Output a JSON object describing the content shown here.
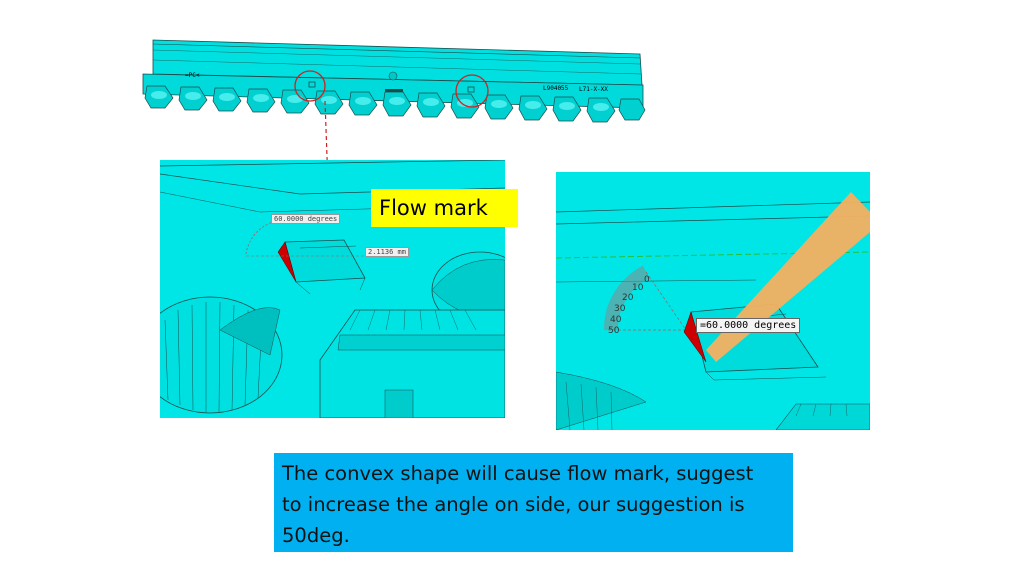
{
  "slide": {
    "callout_label": "Flow mark",
    "note_line1": "The convex shape will cause flow mark, suggest",
    "note_line2": "to increase the angle on side, our suggestion is",
    "note_line3": "50deg."
  },
  "top_part": {
    "mark_left": "=PC<",
    "mark_right_1": "L904055",
    "mark_right_2": "L71-X-XX"
  },
  "left_detail": {
    "angle_readout": "60.0000 degrees",
    "dimension_readout": "2.1136 mm"
  },
  "right_detail": {
    "angle_readout": "=60.0000 degrees",
    "scale_ticks": [
      "0",
      "10",
      "20",
      "30",
      "40",
      "50"
    ]
  },
  "colors": {
    "part_cyan": "#00e5e5",
    "part_edge": "#1a4d4d",
    "callout_yellow": "#ffff00",
    "note_blue": "#00b0f0",
    "circle_red": "#d22020",
    "draft_face_red": "#cc0000",
    "arrow_orange": "#f5b060"
  }
}
